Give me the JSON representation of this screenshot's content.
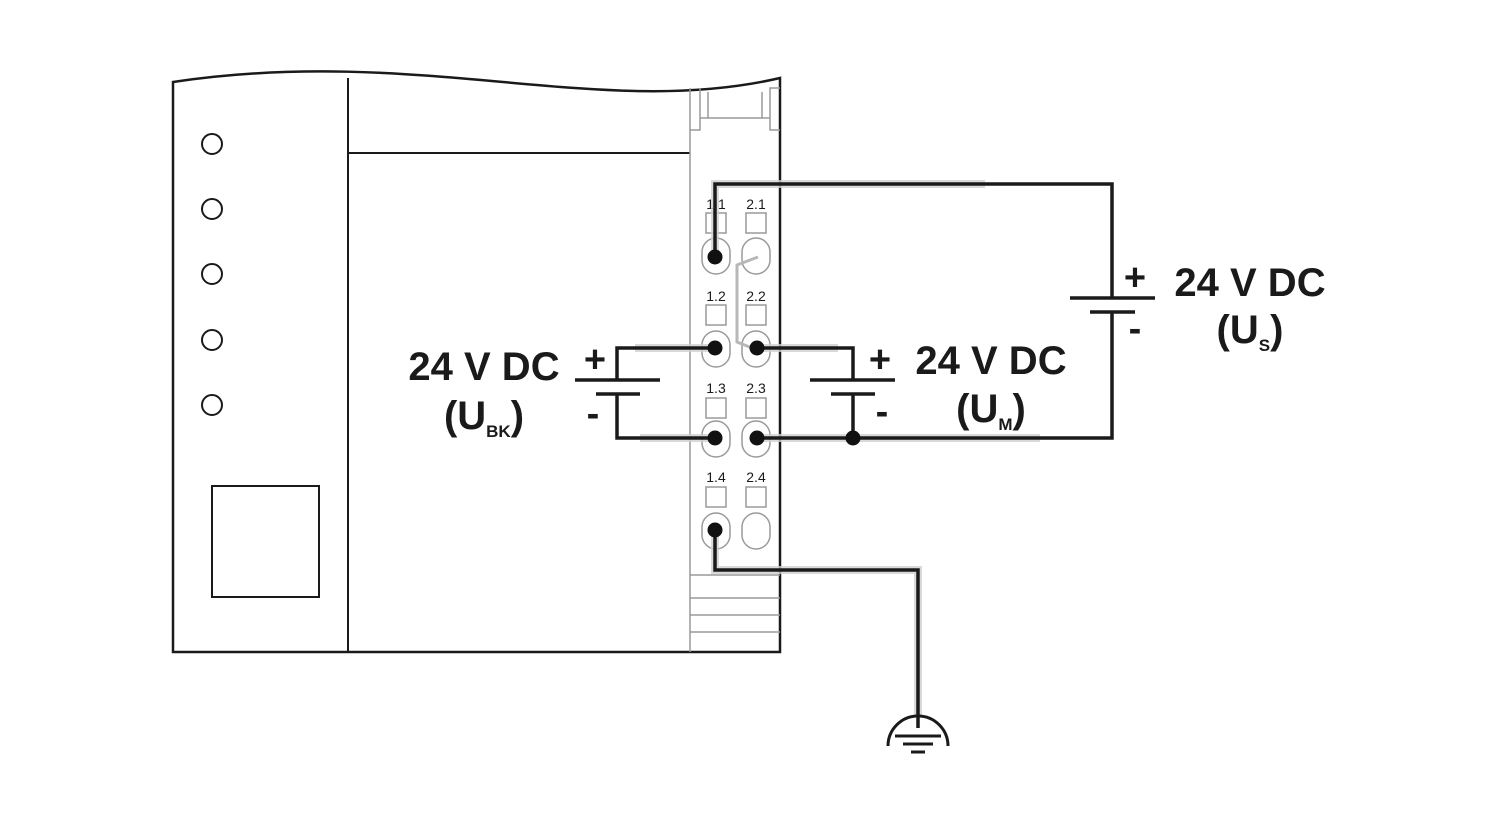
{
  "terminals": {
    "t11": "1.1",
    "t21": "2.1",
    "t12": "1.2",
    "t22": "2.2",
    "t13": "1.3",
    "t23": "2.3",
    "t14": "1.4",
    "t24": "2.4"
  },
  "supplies": {
    "us": {
      "voltage": "24 V DC",
      "paren_open": "(U",
      "subscript": "S",
      "paren_close": ")",
      "plus": "+",
      "minus": "-"
    },
    "um": {
      "voltage": "24 V DC",
      "paren_open": "(U",
      "subscript": "M",
      "paren_close": ")",
      "plus": "+",
      "minus": "-"
    },
    "ubk": {
      "voltage": "24 V DC",
      "paren_open": "(U",
      "subscript": "BK",
      "paren_close": ")",
      "plus": "+",
      "minus": "-"
    }
  },
  "led_count": 5,
  "icons": [
    "ground-icon",
    "battery-icon",
    "terminal-point-icon"
  ]
}
